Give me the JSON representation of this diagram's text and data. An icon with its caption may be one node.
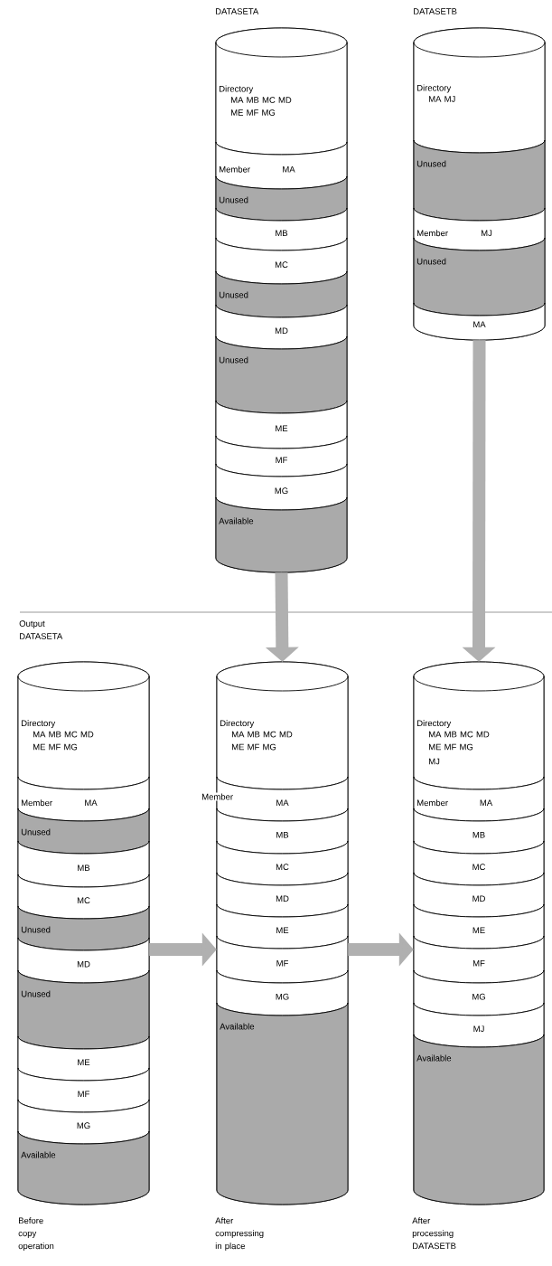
{
  "diagram": {
    "nodes": [
      {
        "text": [
          "DATASETA"
        ]
      },
      {
        "text": [
          "Directory",
          "MA MB MC MD ME MF MG"
        ],
        "in": 0
      },
      {
        "text": [
          "Member",
          "MA"
        ],
        "in": 0
      },
      {
        "text": [
          "Unused"
        ],
        "in": 0
      },
      {
        "text": [
          "MB"
        ],
        "in": 0
      },
      {
        "text": [
          "MC"
        ],
        "in": 0
      },
      {
        "text": [
          "Unused"
        ],
        "in": 0
      },
      {
        "text": [
          "MD"
        ],
        "in": 0
      },
      {
        "text": [
          "Unused"
        ],
        "in": 0
      },
      {
        "text": [
          "ME"
        ],
        "in": 0
      },
      {
        "text": [
          "MF"
        ],
        "in": 0
      },
      {
        "text": [
          "MG"
        ],
        "in": 0
      },
      {
        "text": [
          "Available"
        ],
        "in": 0
      },
      {
        "text": [
          "DATASETB"
        ]
      },
      {
        "text": [
          "Directory",
          "MA MJ"
        ],
        "in": 13
      },
      {
        "text": [
          "Unused"
        ],
        "in": 13
      },
      {
        "text": [
          "Member",
          "MJ"
        ],
        "in": 13
      },
      {
        "text": [
          "Unused"
        ],
        "in": 13
      },
      {
        "text": [
          "MA"
        ],
        "in": 13
      },
      {
        "text": [
          "Output DATASETA"
        ],
        "beside": [
          "Before copy operation"
        ]
      },
      {
        "text": [
          "Directory",
          "MA MB MC MD ME MF MG"
        ],
        "in": 19
      },
      {
        "text": [
          "Member",
          "MA"
        ],
        "in": 19
      },
      {
        "text": [
          "Unused"
        ],
        "in": 19
      },
      {
        "text": [
          "MB"
        ],
        "in": 19
      },
      {
        "text": [
          "MC"
        ],
        "in": 19
      },
      {
        "text": [
          "Unused"
        ],
        "in": 19
      },
      {
        "text": [
          "MD"
        ],
        "in": 19
      },
      {
        "text": [
          "Unused"
        ],
        "in": 19
      },
      {
        "text": [
          "ME"
        ],
        "in": 19
      },
      {
        "text": [
          "MF"
        ],
        "in": 19
      },
      {
        "text": [
          "MG"
        ],
        "in": 19
      },
      {
        "text": [
          "Available"
        ],
        "in": 19
      },
      {
        "text": [],
        "shape": "cylinder",
        "beside": [
          "After compressing in place"
        ]
      },
      {
        "text": [
          "Directory",
          "MA MB MC MD ME MF MG"
        ],
        "in": 32
      },
      {
        "text": [
          "Member",
          "MA"
        ],
        "in": 32
      },
      {
        "text": [
          "MB"
        ],
        "in": 32
      },
      {
        "text": [
          "MC"
        ],
        "in": 32
      },
      {
        "text": [
          "MD"
        ],
        "in": 32
      },
      {
        "text": [
          "ME"
        ],
        "in": 32
      },
      {
        "text": [
          "MF"
        ],
        "in": 32
      },
      {
        "text": [
          "MG"
        ],
        "in": 32
      },
      {
        "text": [
          "Available"
        ],
        "in": 32
      },
      {
        "text": [],
        "shape": "cylinder",
        "beside": [
          "After processing DATASETB"
        ]
      },
      {
        "text": [
          "Directory",
          "MA MB MC MD ME MF MG",
          "MJ"
        ],
        "in": 42
      },
      {
        "text": [
          "Member",
          "MA"
        ],
        "in": 42
      },
      {
        "text": [
          "MB"
        ],
        "in": 42
      },
      {
        "text": [
          "MC"
        ],
        "in": 42
      },
      {
        "text": [
          "MD"
        ],
        "in": 42
      },
      {
        "text": [
          "ME"
        ],
        "in": 42
      },
      {
        "text": [
          "MF"
        ],
        "in": 42
      },
      {
        "text": [
          "MG"
        ],
        "in": 42
      },
      {
        "text": [
          "MJ"
        ],
        "in": 42
      },
      {
        "text": [
          "Available"
        ],
        "in": 42
      }
    ],
    "edges": [
      {
        "from": 0,
        "to": 32,
        "arrow": "to"
      },
      {
        "from": 13,
        "to": 42,
        "arrow": "to"
      },
      {
        "from": 19,
        "to": 32,
        "arrow": "to"
      },
      {
        "from": 32,
        "to": 42,
        "arrow": "to"
      }
    ]
  }
}
